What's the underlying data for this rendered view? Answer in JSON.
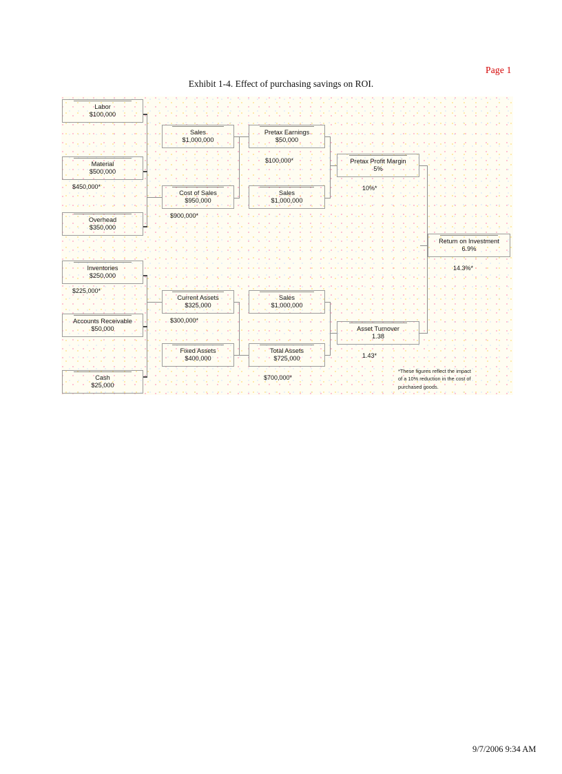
{
  "page": {
    "page_number": "Page 1",
    "title": "Exhibit 1-4. Effect of purchasing savings on ROI.",
    "timestamp": "9/7/2006 9:34 AM"
  },
  "diagram": {
    "footnote_lines": [
      "*These figures reflect the impact",
      "of a 10% reduction in the cost of",
      "purchased goods."
    ],
    "nodes": [
      {
        "id": "labor",
        "label": "Labor",
        "value": "$100,000"
      },
      {
        "id": "material",
        "label": "Material",
        "value": "$500,000"
      },
      {
        "id": "overhead",
        "label": "Overhead",
        "value": "$350,000"
      },
      {
        "id": "sales_top",
        "label": "Sales",
        "value": "$1,000,000"
      },
      {
        "id": "cost_of_sales",
        "label": "Cost of Sales",
        "value": "$950,000"
      },
      {
        "id": "pretax_earnings",
        "label": "Pretax Earnings",
        "value": "$50,000"
      },
      {
        "id": "sales_mid",
        "label": "Sales",
        "value": "$1,000,000"
      },
      {
        "id": "pretax_margin",
        "label": "Pretax Profit Margin",
        "value": "5%"
      },
      {
        "id": "roi",
        "label": "Return on Investment",
        "value": "6.9%"
      },
      {
        "id": "inventories",
        "label": "Inventories",
        "value": "$250,000"
      },
      {
        "id": "accounts_receivable",
        "label": "Accounts Receivable",
        "value": "$50,000"
      },
      {
        "id": "cash",
        "label": "Cash",
        "value": "$25,000"
      },
      {
        "id": "current_assets",
        "label": "Current Assets",
        "value": "$325,000"
      },
      {
        "id": "fixed_assets",
        "label": "Fixed Assets",
        "value": "$400,000"
      },
      {
        "id": "sales_low",
        "label": "Sales",
        "value": "$1,000,000"
      },
      {
        "id": "total_assets",
        "label": "Total Assets",
        "value": "$725,000"
      },
      {
        "id": "asset_turnover",
        "label": "Asset Turnover",
        "value": "1.38"
      }
    ],
    "annotations": [
      {
        "id": "material_alt",
        "text": "$450,000*"
      },
      {
        "id": "cost_of_sales_alt",
        "text": "$900,000*"
      },
      {
        "id": "pretax_earnings_alt",
        "text": "$100,000*"
      },
      {
        "id": "pretax_margin_alt",
        "text": "10%*"
      },
      {
        "id": "roi_alt",
        "text": "14.3%*"
      },
      {
        "id": "inventories_alt",
        "text": "$225,000*"
      },
      {
        "id": "current_assets_alt",
        "text": "$300,000*"
      },
      {
        "id": "total_assets_alt",
        "text": "$700,000*"
      },
      {
        "id": "asset_turnover_alt",
        "text": "1.43*"
      }
    ]
  }
}
